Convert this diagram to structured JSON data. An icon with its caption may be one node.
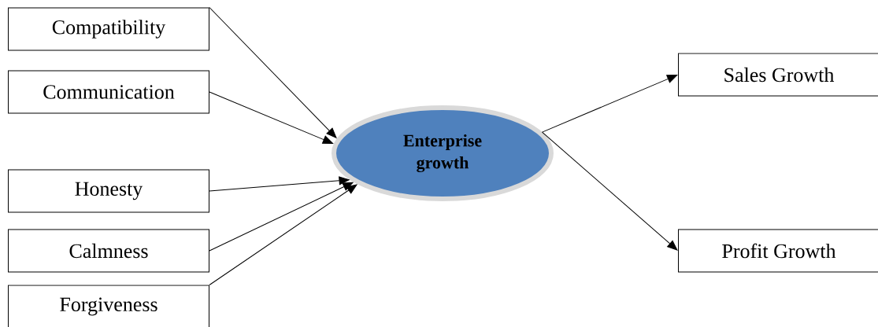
{
  "diagram": {
    "nodes": [
      {
        "text": [
          "Compatibility"
        ]
      },
      {
        "text": [
          "Communication"
        ]
      },
      {
        "text": [
          "Honesty"
        ]
      },
      {
        "text": [
          "Calmness"
        ]
      },
      {
        "text": [
          "Forgiveness"
        ]
      },
      {
        "text": [
          "Enterprise growth"
        ]
      },
      {
        "text": [
          "Sales Growth"
        ]
      },
      {
        "text": [
          "Profit Growth"
        ]
      }
    ],
    "edges": [
      {
        "from": 0,
        "to": 5,
        "arrow": "to"
      },
      {
        "from": 1,
        "to": 5,
        "arrow": "to"
      },
      {
        "from": 2,
        "to": 5,
        "arrow": "to"
      },
      {
        "from": 3,
        "to": 5,
        "arrow": "to"
      },
      {
        "from": 4,
        "to": 5,
        "arrow": "to"
      },
      {
        "from": 5,
        "to": 6,
        "arrow": "to"
      },
      {
        "from": 5,
        "to": 7,
        "arrow": "to"
      }
    ]
  }
}
